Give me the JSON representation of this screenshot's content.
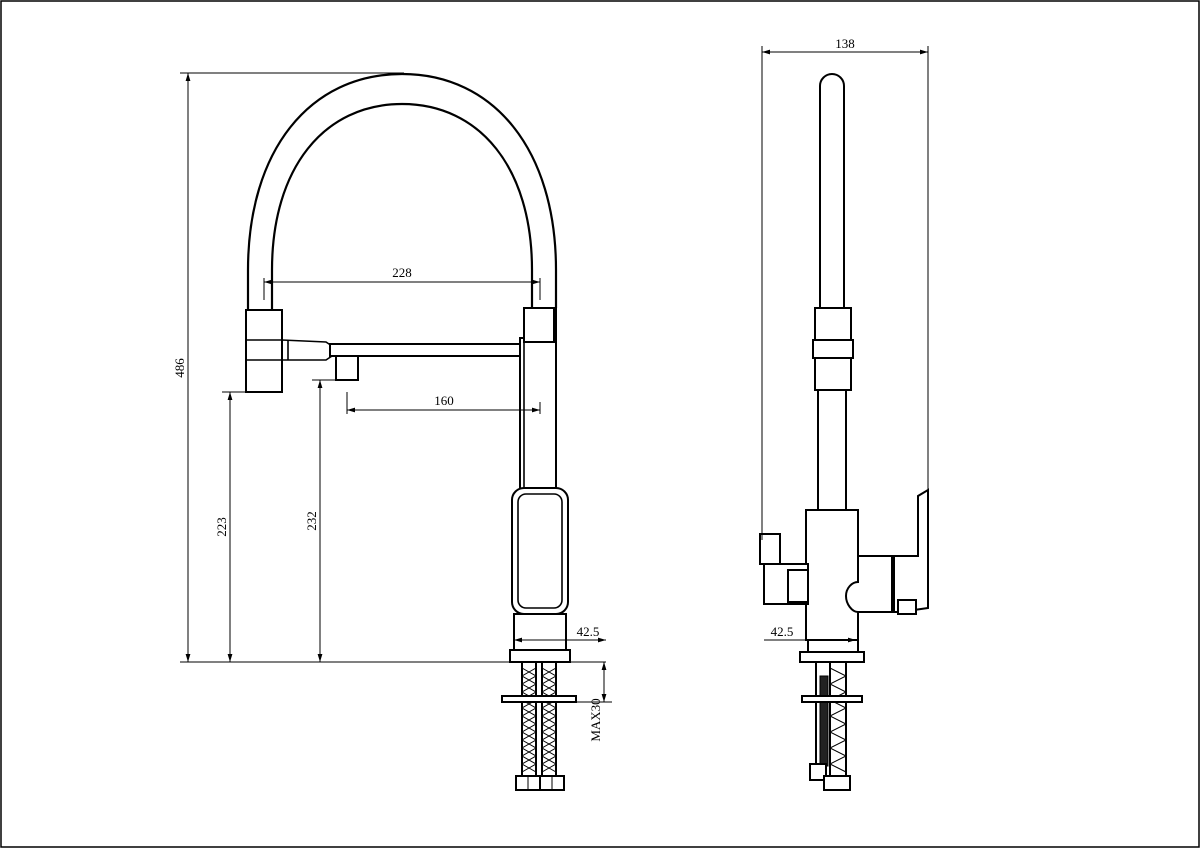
{
  "dimensions": {
    "front_height_total": "486",
    "front_spout_reach": "228",
    "front_outlet_reach": "160",
    "front_outlet_height": "223",
    "front_aerator_height": "232",
    "front_base_diameter": "42.5",
    "front_max_thickness": "MAX30",
    "side_width": "138",
    "side_base_diameter": "42.5"
  }
}
